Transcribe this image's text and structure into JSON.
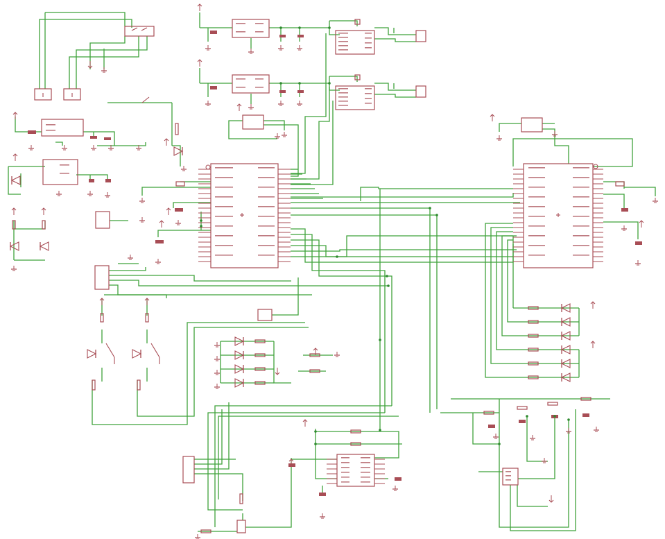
{
  "sheet": {
    "title": "",
    "colors": {
      "background": "#ffffff",
      "wire": "#3fa23a",
      "part": "#a84d55",
      "text": "#a84d55",
      "junction": "#2f8a2f"
    }
  },
  "parts": {
    "microcontroller_left": {
      "ref": "",
      "kind": "ic-large",
      "icon": "microcontroller-icon"
    },
    "microcontroller_right": {
      "ref": "",
      "kind": "ic-large",
      "icon": "microcontroller-icon"
    },
    "driver_ic_bottom": {
      "ref": "",
      "kind": "ic-medium",
      "icon": "ic-icon"
    },
    "regulators": {
      "count": 4,
      "icon": "voltage-regulator-icon"
    },
    "motor_drivers": {
      "count": 2,
      "icon": "ic-icon"
    },
    "connectors": {
      "icon": "connector-icon"
    },
    "diodes_right": {
      "count": 6,
      "icon": "diode-icon"
    },
    "leds_bottom": {
      "count": 4,
      "icon": "led-icon"
    },
    "switches": {
      "icon": "switch-icon"
    },
    "power_symbols": {
      "icon": "power-arrow-icon"
    },
    "ground_symbols": {
      "icon": "ground-icon"
    }
  }
}
